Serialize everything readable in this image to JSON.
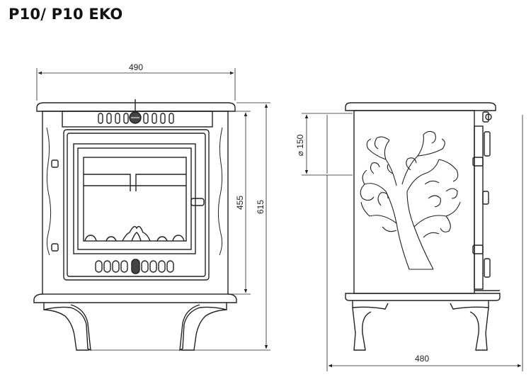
{
  "title": "P10/ P10 EKO",
  "dimensions": {
    "front_width": "490",
    "front_door_height": "455",
    "total_height": "615",
    "flue_diameter": "⌀ 150",
    "side_depth": "480"
  }
}
